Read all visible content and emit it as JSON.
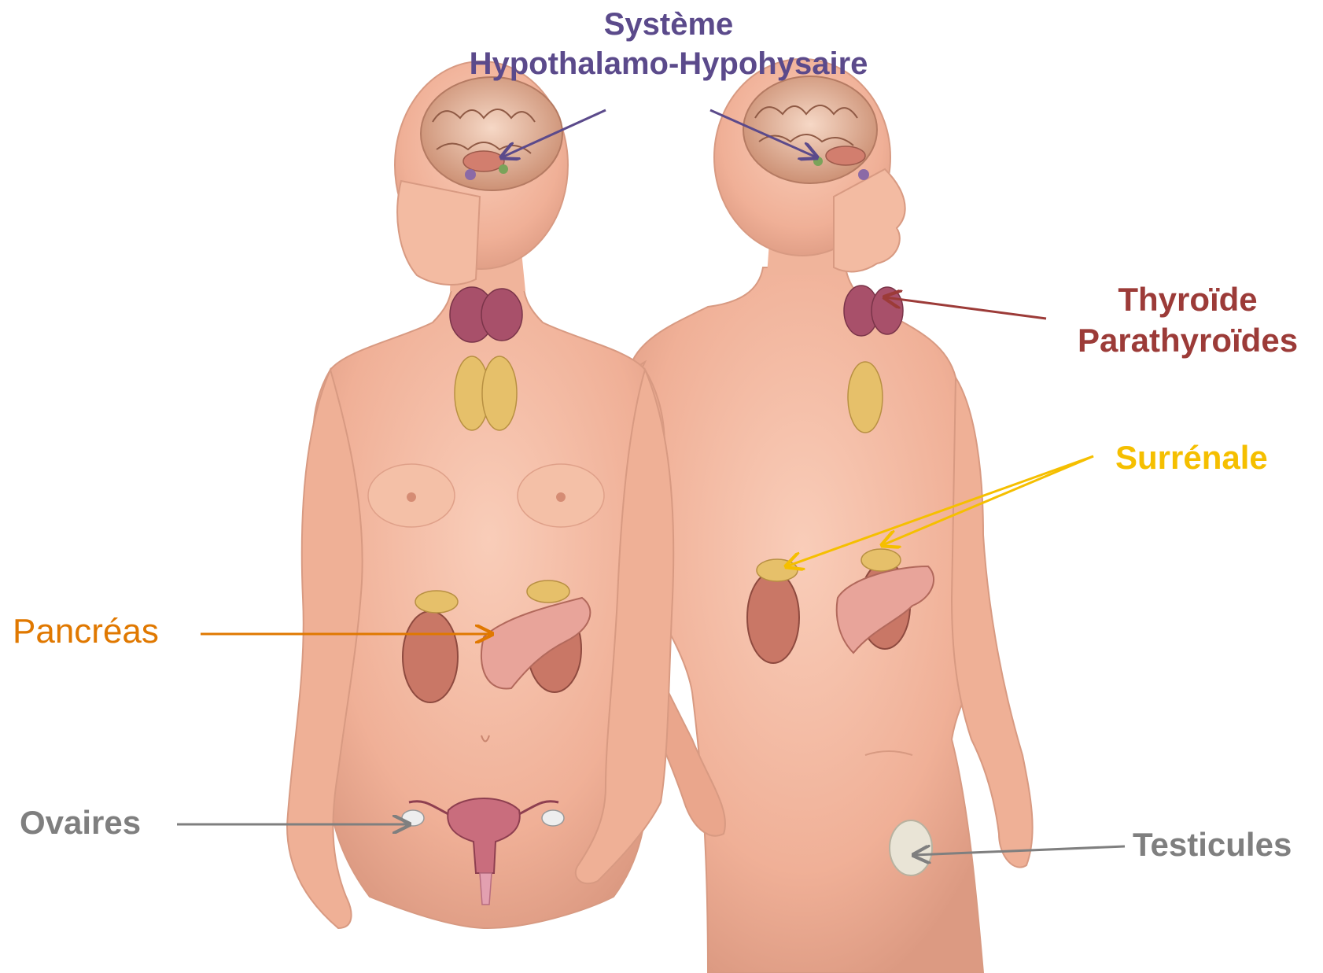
{
  "colors": {
    "hypothalamo": "#5b4a8b",
    "thyroide": "#9c3b38",
    "surrenale": "#f5bf00",
    "pancreas": "#e07800",
    "grey_label": "#7f7f7f",
    "skin": "#f2b49c",
    "skin_shadow": "#dc9a82",
    "organ_pink": "#c97766",
    "organ_yellow": "#e6c06a",
    "thyroid": "#a8506a"
  },
  "labels": {
    "hypothalamo_line1": "Système",
    "hypothalamo_line2": "Hypothalamo-Hypohysaire",
    "thyroide_line1": "Thyroïde",
    "thyroide_line2": "Parathyroïdes",
    "surrenale": "Surrénale",
    "pancreas": "Pancréas",
    "ovaires": "Ovaires",
    "testicules": "Testicules"
  }
}
